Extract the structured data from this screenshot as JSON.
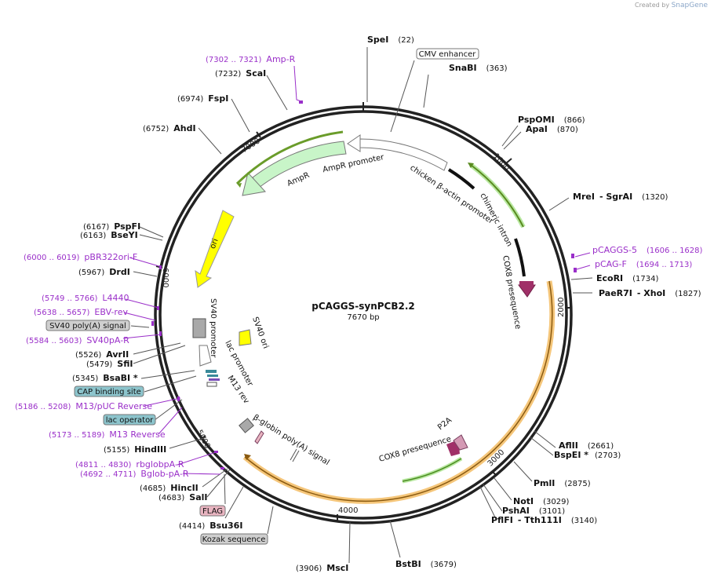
{
  "credit": {
    "prefix": "Created by",
    "brand": "SnapGene"
  },
  "plasmid": {
    "name": "pCAGGS-synPCB2.2",
    "length": "7670 bp"
  },
  "ticks": [
    "1000",
    "2000",
    "3000",
    "4000",
    "5000",
    "6000",
    "7000"
  ],
  "enzymes": [
    {
      "name": "SpeI",
      "pos": "(22)"
    },
    {
      "name": "SnaBI",
      "pos": "(363)"
    },
    {
      "name": "PspOMI",
      "pos": "(866)"
    },
    {
      "name": "ApaI",
      "pos": "(870)"
    },
    {
      "name": "MreI",
      "pos": "- SgrAI",
      "pos2": "(1320)"
    },
    {
      "name": "EcoRI",
      "pos": "(1734)"
    },
    {
      "name": "PaeR7I",
      "pos": "- XhoI",
      "pos2": "(1827)"
    },
    {
      "name": "AflII",
      "pos": "(2661)"
    },
    {
      "name": "BspEI *",
      "pos": "(2703)"
    },
    {
      "name": "PmlI",
      "pos": "(2875)"
    },
    {
      "name": "NotI",
      "pos": "(3029)"
    },
    {
      "name": "PshAI",
      "pos": "(3101)"
    },
    {
      "name": "PflFI",
      "pos": "- Tth111I",
      "pos2": "(3140)"
    },
    {
      "name": "BstBI",
      "pos": "(3679)"
    },
    {
      "name": "MscI",
      "pos": "(3906)"
    },
    {
      "name": "Bsu36I",
      "pos": "(4414)"
    },
    {
      "name": "SalI",
      "pos": "(4683)"
    },
    {
      "name": "HincII",
      "pos": "(4685)"
    },
    {
      "name": "HindIII",
      "pos": "(5155)"
    },
    {
      "name": "BsaBI *",
      "pos": "(5345)"
    },
    {
      "name": "SfiI",
      "pos": "(5479)"
    },
    {
      "name": "AvrII",
      "pos": "(5526)"
    },
    {
      "name": "DrdI",
      "pos": "(5967)"
    },
    {
      "name": "BseYI",
      "pos": "(6163)"
    },
    {
      "name": "PspFI",
      "pos": "(6167)"
    },
    {
      "name": "AhdI",
      "pos": "(6752)"
    },
    {
      "name": "FspI",
      "pos": "(6974)"
    },
    {
      "name": "ScaI",
      "pos": "(7232)"
    }
  ],
  "primers": [
    {
      "name": "Amp-R",
      "range": "(7302 .. 7321)"
    },
    {
      "name": "pCAGGS-5",
      "range": "(1606 .. 1628)"
    },
    {
      "name": "pCAG-F",
      "range": "(1694 .. 1713)"
    },
    {
      "name": "pBR322ori-F",
      "range": "(6000 .. 6019)"
    },
    {
      "name": "L4440",
      "range": "(5749 .. 5766)"
    },
    {
      "name": "EBV-rev",
      "range": "(5638 .. 5657)"
    },
    {
      "name": "SV40pA-R",
      "range": "(5584 .. 5603)"
    },
    {
      "name": "M13/pUC Reverse",
      "range": "(5186 .. 5208)"
    },
    {
      "name": "M13 Reverse",
      "range": "(5173 .. 5189)"
    },
    {
      "name": "rbglobpA-R",
      "range": "(4811 .. 4830)"
    },
    {
      "name": "Bglob-pA-R",
      "range": "(4692 .. 4711)"
    }
  ],
  "boxed_features": {
    "cmv": "CMV enhancer",
    "sv40_polya": "SV40 poly(A) signal",
    "cap": "CAP binding site",
    "lac_operator": "lac operator",
    "flag": "FLAG",
    "kozak": "Kozak sequence"
  },
  "features": {
    "ampr": "AmpR",
    "ampr_promoter": "AmpR promoter",
    "chicken_actin": "chicken β-actin promoter",
    "chimeric_intron": "chimeric intron",
    "cox8_1": "COX8 presequence",
    "ori": "ori",
    "sv40_promoter": "SV40 promoter",
    "sv40_ori": "SV40 ori",
    "lac_promoter": "lac promoter",
    "m13_rev": "M13 rev",
    "bglobin": "β-globin poly(A) signal",
    "p2a": "P2A",
    "cox8_2": "COX8 presequence"
  },
  "colors": {
    "primer": "#9a2fc9",
    "green": "#c8f5c8",
    "ori": "#ffff00",
    "orange": "#f5c67a",
    "cox8": "#a03068",
    "boxgray": "#cfcfcf",
    "boxteal": "#8cc4cc",
    "boxpink": "#e8b4c0"
  }
}
